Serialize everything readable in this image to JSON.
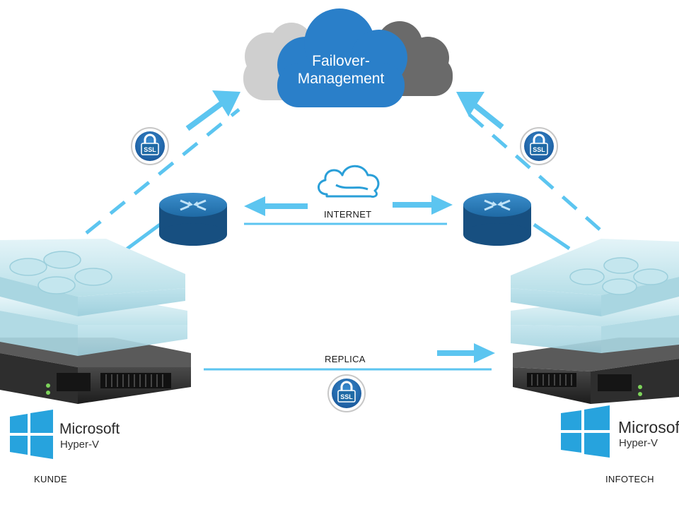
{
  "cloud": {
    "line1": "Failover-",
    "line2": "Management"
  },
  "links": {
    "internet": "INTERNET",
    "replica": "REPLICA"
  },
  "ssl": {
    "badge": "SSL"
  },
  "sites": {
    "left": {
      "name": "KUNDE",
      "brand": "Microsoft",
      "product": "Hyper-V"
    },
    "right": {
      "name": "INFOTECH",
      "brand": "Microsoft",
      "product": "Hyper-V"
    }
  },
  "colors": {
    "arrow": "#5cc5f0",
    "cloud_main": "#2a7fc9",
    "cloud_gray_light": "#cfcfcf",
    "cloud_gray_dark": "#6a6a6a",
    "router": "#1f6aa5",
    "windows_logo": "#27a3dd"
  },
  "icons": [
    "ssl-lock-icon",
    "router-icon",
    "cloud-icon",
    "windows-logo-icon",
    "server-icon"
  ]
}
